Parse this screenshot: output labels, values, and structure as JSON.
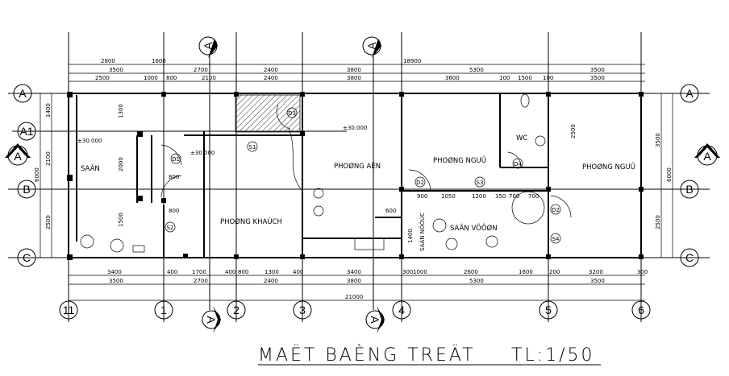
{
  "title": "MAËT BAÈNG TREÄT",
  "scale": "TL:1/50",
  "grid_rows": [
    "A",
    "A1",
    "B",
    "C"
  ],
  "grid_cols": [
    "11",
    "1",
    "2",
    "3",
    "4",
    "5",
    "6"
  ],
  "section_marker": "A",
  "dims_top_1": [
    "2800",
    "1600",
    "18900"
  ],
  "dims_top_2": [
    "3500",
    "2700",
    "2400",
    "3800",
    "5300",
    "3500"
  ],
  "dims_top_3": [
    "2500",
    "1000",
    "800",
    "2100",
    "2400",
    "3800",
    "3600",
    "100",
    "1500",
    "100",
    "3500"
  ],
  "dims_bottom_1": [
    "3400",
    "400",
    "1700",
    "400",
    "800",
    "1300",
    "400",
    "3400",
    "300",
    "1000",
    "2600",
    "1600",
    "200",
    "3200",
    "300"
  ],
  "dims_bottom_2": [
    "3500",
    "2700",
    "2400",
    "3800",
    "5300",
    "3500"
  ],
  "dims_bottom_total": "21000",
  "dims_left": [
    "1400",
    "2100",
    "2500",
    "6000"
  ],
  "dims_right": [
    "3500",
    "2500",
    "6000"
  ],
  "rooms": {
    "san": "SAÂN",
    "phong_khach": "PHOØNG KHAÙCH",
    "phong_an": "PHOØNG AÊN",
    "phong_ngu_1": "PHOØNG NGUÛ",
    "phong_ngu_2": "PHOØNG NGUÛ",
    "wc": "WC",
    "san_vuon": "SAÂN VÖÔØN",
    "san_nuoc": "SAÂN NÖÔÙC"
  },
  "tags": [
    "S1",
    "S2",
    "S3",
    "S4",
    "D1",
    "D2",
    "D2",
    "D3",
    "D4"
  ],
  "elevation": "±30.000",
  "inner_dims": [
    "800",
    "800",
    "900",
    "1050",
    "1200",
    "350",
    "700",
    "700",
    "600",
    "1400",
    "1500",
    "2000",
    "1300",
    "2500"
  ]
}
